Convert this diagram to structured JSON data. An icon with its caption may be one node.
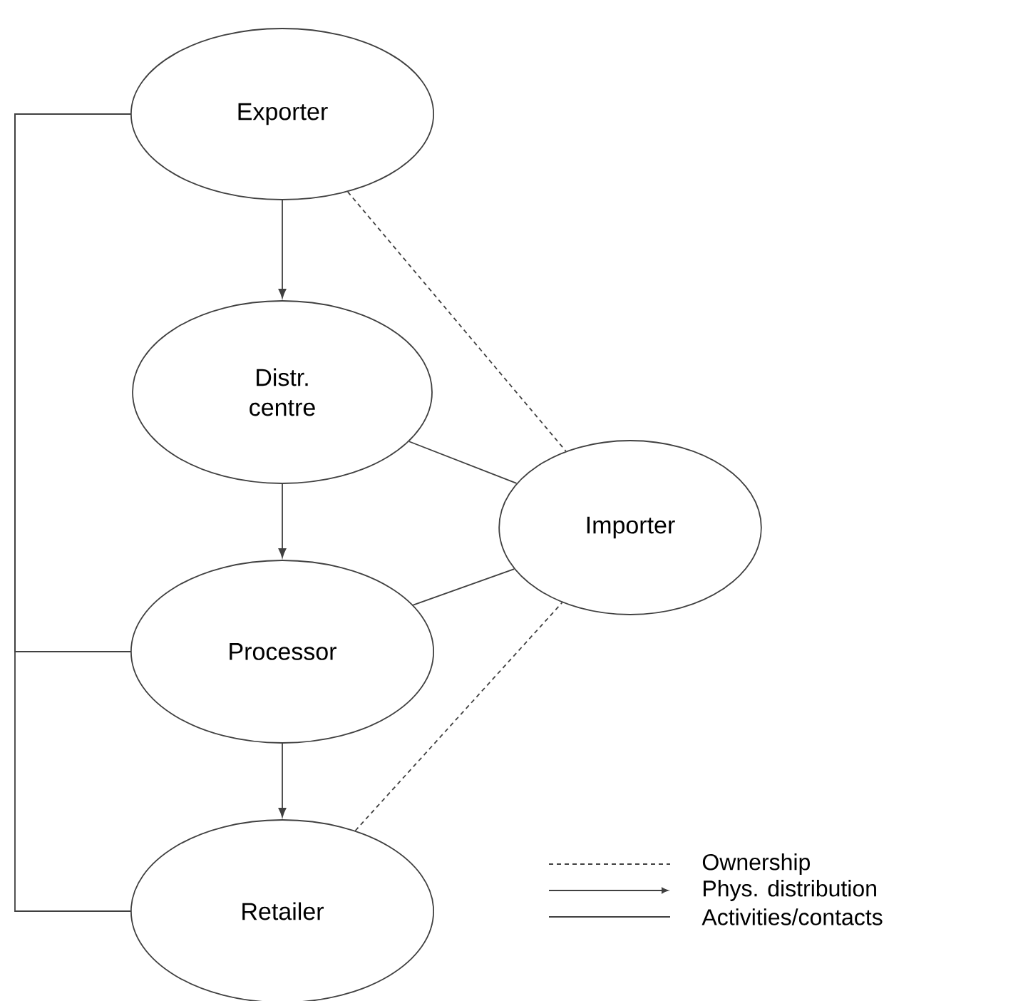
{
  "diagram": {
    "nodes": [
      {
        "text": [
          "Exporter"
        ]
      },
      {
        "text": [
          "Distr. centre"
        ]
      },
      {
        "text": [
          "Processor"
        ]
      },
      {
        "text": [
          "Retailer"
        ]
      },
      {
        "text": [
          "Importer"
        ]
      }
    ],
    "edges": [
      {
        "from": 0,
        "to": 1,
        "arrow": "to"
      },
      {
        "from": 1,
        "to": 2,
        "arrow": "to"
      },
      {
        "from": 2,
        "to": 3,
        "arrow": "to"
      },
      {
        "from": 0,
        "to": 4,
        "arrow": "none",
        "style": "dashed"
      },
      {
        "from": 1,
        "to": 4,
        "arrow": "none"
      },
      {
        "from": 2,
        "to": 4,
        "arrow": "none"
      },
      {
        "from": 3,
        "to": 4,
        "arrow": "none",
        "style": "dashed"
      },
      {
        "from": 0,
        "to": 2,
        "arrow": "none"
      },
      {
        "from": 0,
        "to": 3,
        "arrow": "none"
      }
    ],
    "legend": [
      {
        "text": "Ownership"
      },
      {
        "text": "Phys. distribution"
      },
      {
        "text": "Activities/contacts"
      }
    ]
  }
}
